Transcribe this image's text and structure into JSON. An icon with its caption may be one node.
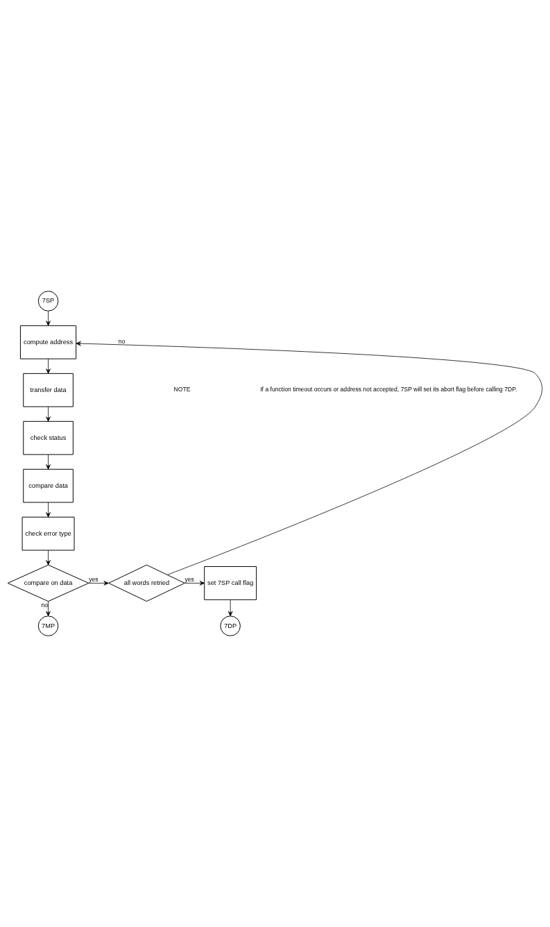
{
  "diagram": {
    "nodes": [
      {
        "text": [
          "7SP"
        ]
      },
      {
        "text": [
          "compute address"
        ]
      },
      {
        "text": [
          "transfer data"
        ]
      },
      {
        "text": [
          "check status"
        ]
      },
      {
        "text": [
          "compare data"
        ]
      },
      {
        "text": [
          "check error type"
        ]
      },
      {
        "text": [
          "compare on data"
        ]
      },
      {
        "text": [
          "all words retried"
        ]
      },
      {
        "text": [
          "set 7SP call flag"
        ]
      },
      {
        "text": [
          "7MP"
        ]
      },
      {
        "text": [
          "7DP"
        ]
      }
    ],
    "edges": [
      {
        "from": 0,
        "to": 1,
        "arrow": "to"
      },
      {
        "from": 1,
        "to": 2,
        "arrow": "to"
      },
      {
        "from": 2,
        "to": 3,
        "arrow": "to"
      },
      {
        "from": 3,
        "to": 4,
        "arrow": "to"
      },
      {
        "from": 4,
        "to": 5,
        "arrow": "to"
      },
      {
        "from": 5,
        "to": 6,
        "arrow": "to"
      },
      {
        "from": 6,
        "to": 7,
        "arrow": "to",
        "label": "yes"
      },
      {
        "from": 6,
        "to": 9,
        "arrow": "to",
        "label": "no"
      },
      {
        "from": 7,
        "to": 1,
        "arrow": "to",
        "label": "no"
      },
      {
        "from": 7,
        "to": 8,
        "arrow": "to",
        "label": "yes"
      },
      {
        "from": 8,
        "to": 10,
        "arrow": "to"
      }
    ],
    "labels": [
      "NOTE",
      "If a function timeout occurs or address not accepted, 7SP will set its abort flag before calling 7DP."
    ]
  }
}
